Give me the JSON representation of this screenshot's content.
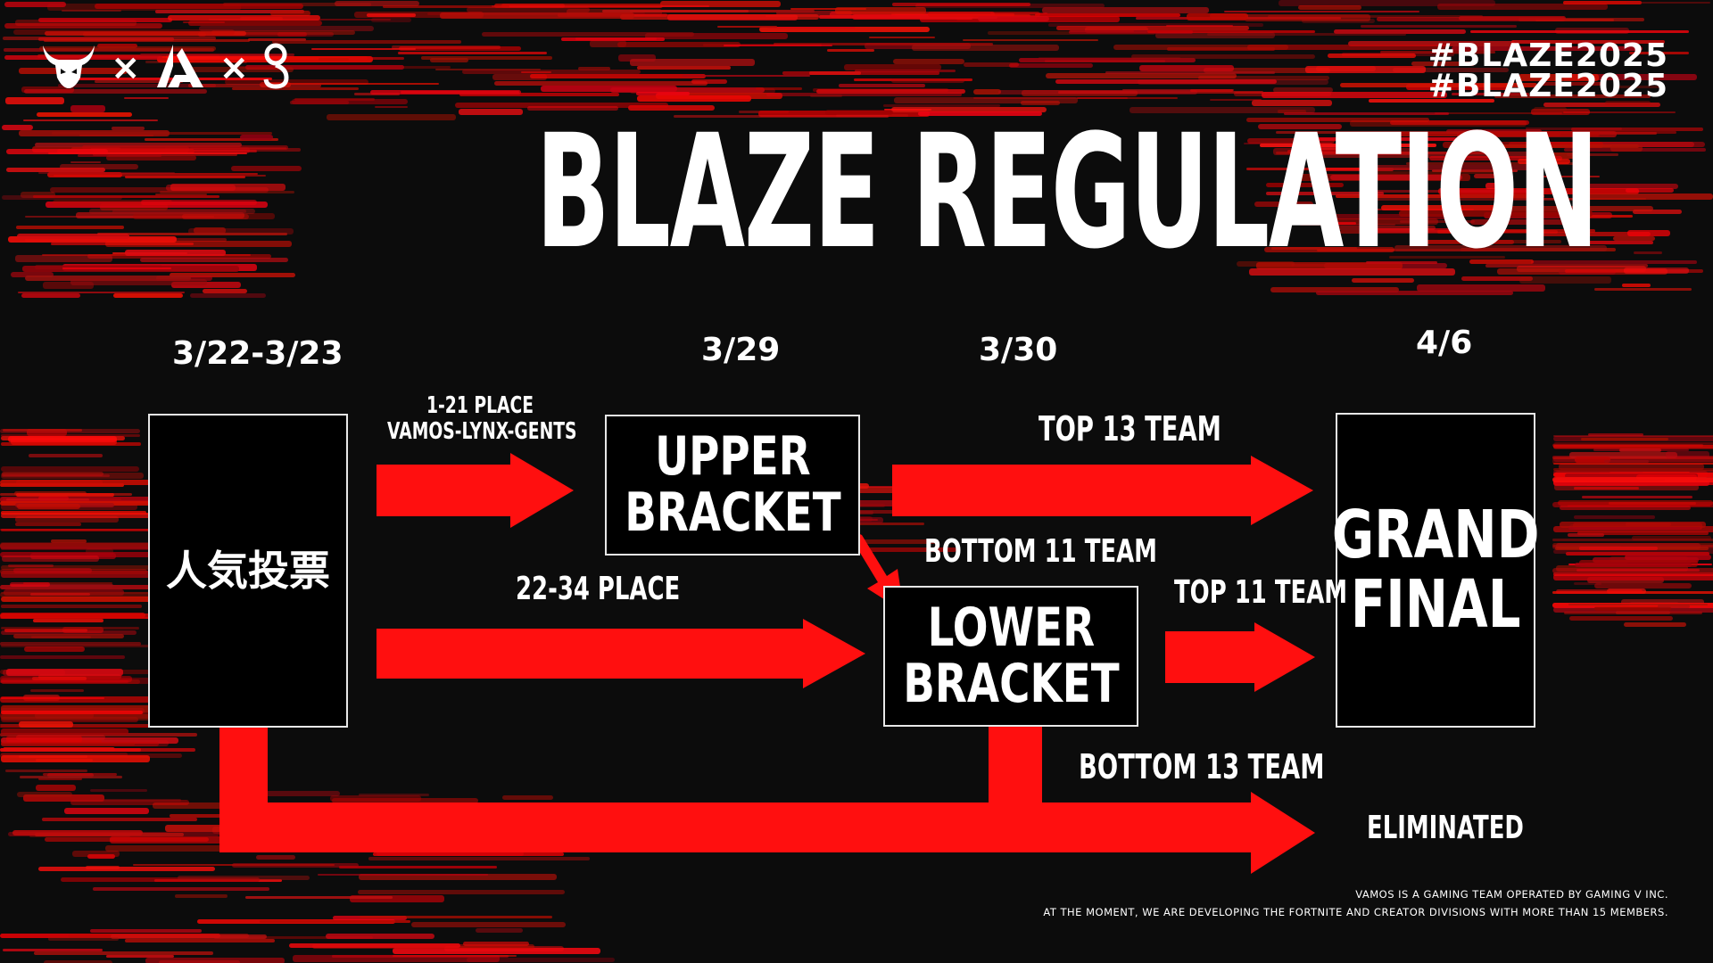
{
  "header": {
    "logos": [
      "bull-logo-icon",
      "lynx-logo-icon",
      "gents-logo-icon"
    ],
    "separator": "×",
    "hashtag_top": "#BLAZE2025",
    "hashtag_bottom": "#BLAZE2025"
  },
  "title": "BLAZE REGULATION",
  "dates": {
    "d1": "3/22-3/23",
    "d2": "3/29",
    "d3": "3/30",
    "d4": "4/6"
  },
  "boxes": {
    "popular_vote": "人気投票",
    "upper_bracket": "UPPER\nBRACKET",
    "lower_bracket": "LOWER\nBRACKET",
    "grand_final": "GRAND\nFINAL"
  },
  "flow_labels": {
    "to_upper_line1": "1-21 PLACE",
    "to_upper_line2": "VAMOS-LYNX-GENTS",
    "to_lower": "22-34 PLACE",
    "upper_to_final": "TOP 13 TEAM",
    "upper_to_lower": "BOTTOM 11 TEAM",
    "lower_to_final": "TOP 11 TEAM",
    "lower_to_elim": "BOTTOM 13 TEAM",
    "eliminated": "ELIMINATED"
  },
  "footer": {
    "line1": "VAMOS IS A GAMING TEAM OPERATED BY GAMING V INC.",
    "line2": "AT THE MOMENT, WE ARE DEVELOPING THE FORTNITE AND CREATOR DIVISIONS WITH MORE THAN 15 MEMBERS."
  },
  "colors": {
    "accent_red": "#ff0f0f",
    "background": "#0c0c0c",
    "box_border": "#e8e8e8"
  }
}
